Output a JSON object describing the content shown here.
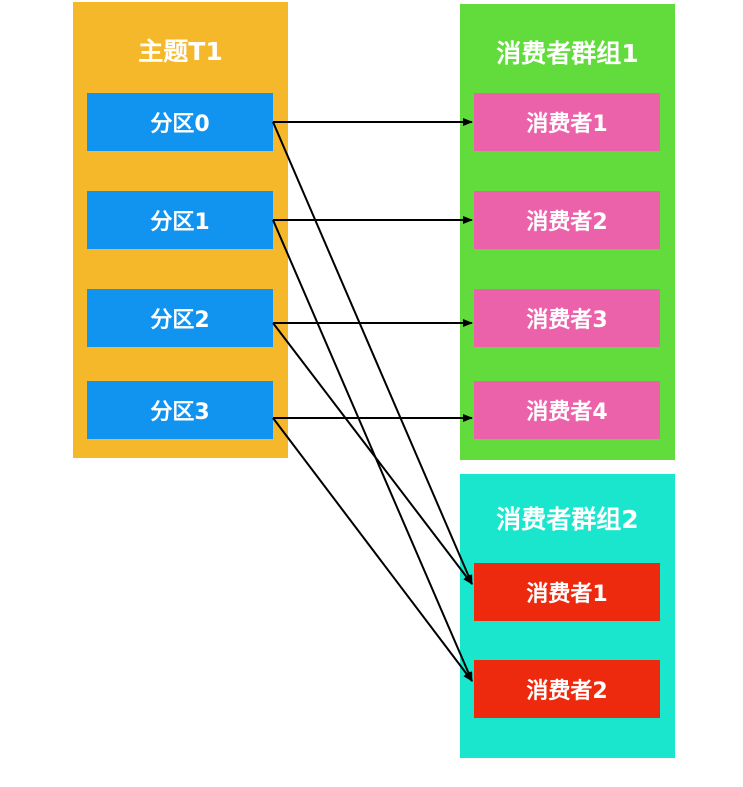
{
  "colors": {
    "topic_panel": "#F6B82B",
    "partition_box": "#1193F0",
    "group1_panel": "#62DB3C",
    "group1_consumer": "#EC62AA",
    "group2_panel": "#1AE6CE",
    "group2_consumer": "#EE2A0E",
    "arrow": "#000000",
    "text": "#FFFFFF"
  },
  "topic": {
    "title": "主题T1",
    "partitions": [
      "分区0",
      "分区1",
      "分区2",
      "分区3"
    ]
  },
  "group1": {
    "title": "消费者群组1",
    "consumers": [
      "消费者1",
      "消费者2",
      "消费者3",
      "消费者4"
    ]
  },
  "group2": {
    "title": "消费者群组2",
    "consumers": [
      "消费者1",
      "消费者2"
    ]
  },
  "edges": [
    {
      "from": "分区0",
      "to": "消费者群组1 / 消费者1"
    },
    {
      "from": "分区1",
      "to": "消费者群组1 / 消费者2"
    },
    {
      "from": "分区2",
      "to": "消费者群组1 / 消费者3"
    },
    {
      "from": "分区3",
      "to": "消费者群组1 / 消费者4"
    },
    {
      "from": "分区0",
      "to": "消费者群组2 / 消费者1"
    },
    {
      "from": "分区2",
      "to": "消费者群组2 / 消费者1"
    },
    {
      "from": "分区1",
      "to": "消费者群组2 / 消费者2"
    },
    {
      "from": "分区3",
      "to": "消费者群组2 / 消费者2"
    }
  ]
}
